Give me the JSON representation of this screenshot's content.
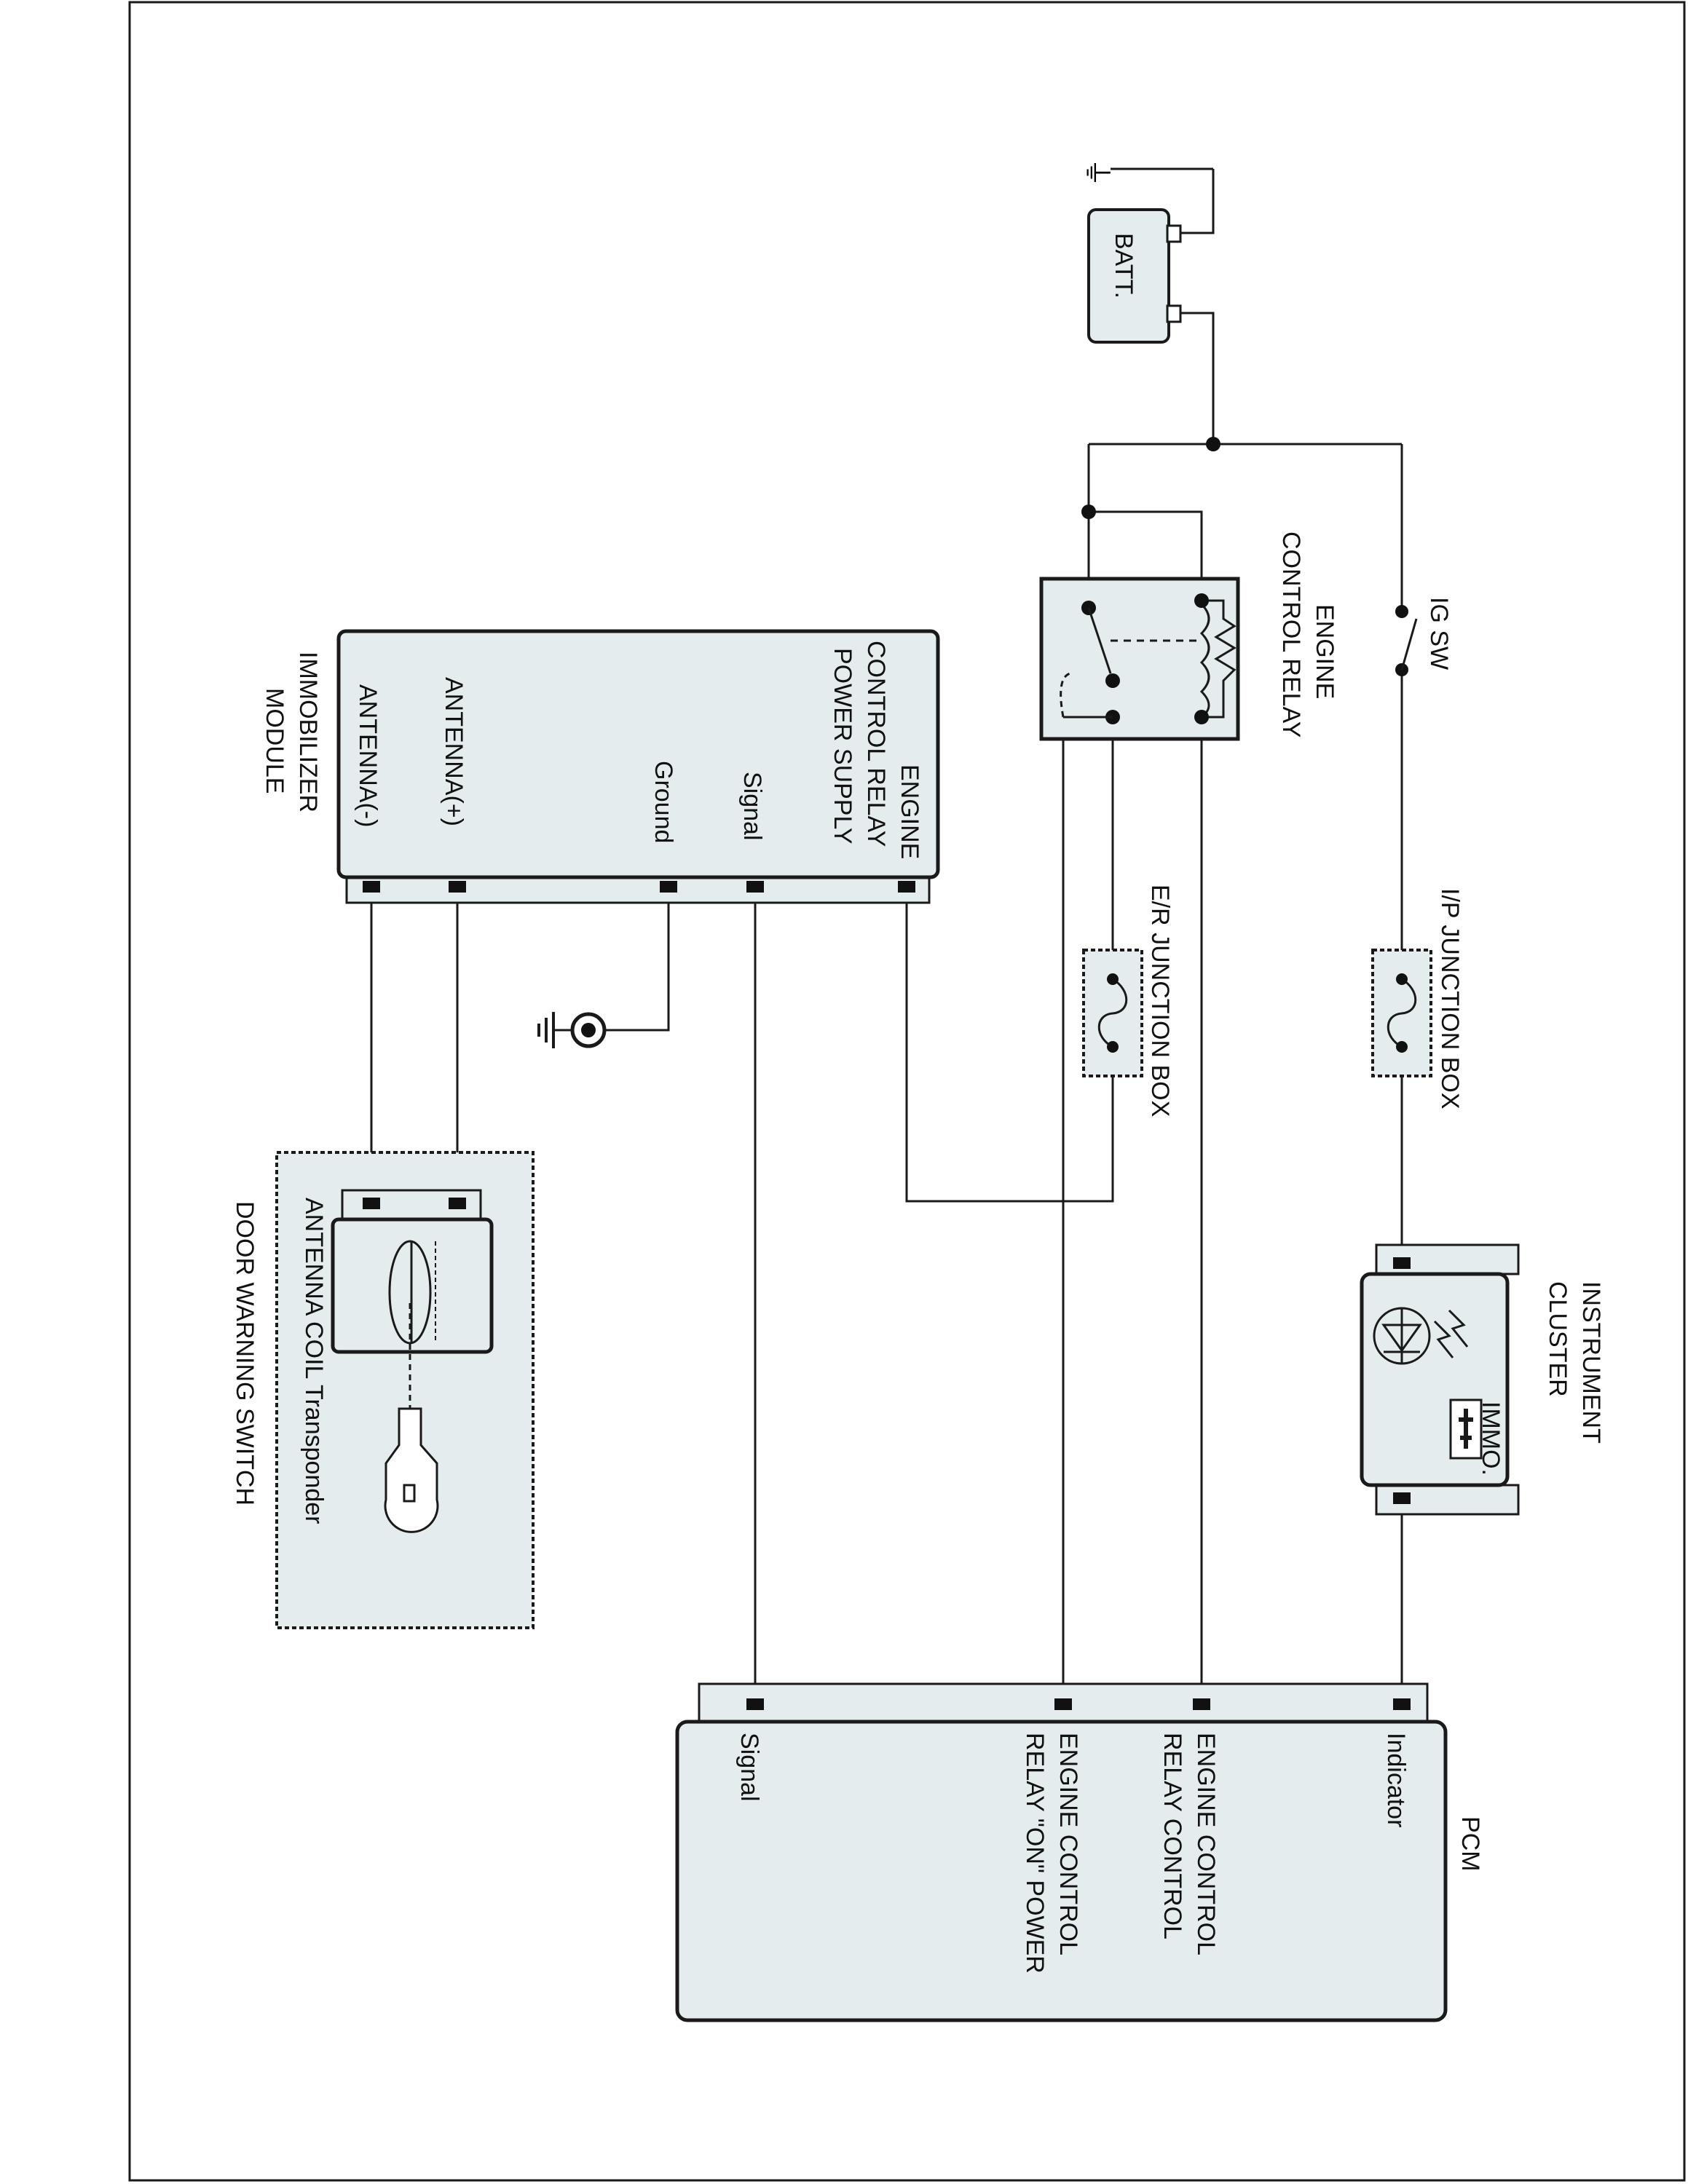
{
  "diagram": {
    "battery": {
      "label": "BATT."
    },
    "ig_switch": {
      "label": "IG SW"
    },
    "engine_control_relay": {
      "label_line1": "ENGINE",
      "label_line2": "CONTROL RELAY"
    },
    "ip_junction_box": {
      "label": "I/P JUNCTION BOX"
    },
    "er_junction_box": {
      "label": "E/R JUNCTION BOX"
    },
    "instrument_cluster": {
      "label_line1": "INSTRUMENT",
      "label_line2": "CLUSTER",
      "immo_label": "IMMO."
    },
    "immobilizer_module": {
      "label_line1": "IMMOBILIZER",
      "label_line2": "MODULE",
      "pins": {
        "power_line1": "ENGINE",
        "power_line2": "CONTROL RELAY",
        "power_line3": "POWER SUPPLY",
        "signal": "Signal",
        "ground": "Ground",
        "antenna_pos": "ANTENNA(+)",
        "antenna_neg": "ANTENNA(-)"
      }
    },
    "door_warning_switch": {
      "label": "DOOR WARNING SWITCH",
      "antenna_label": "ANTENNA COIL Transponder"
    },
    "pcm": {
      "label": "PCM",
      "pins": {
        "indicator": "Indicator",
        "relay_control_line1": "ENGINE CONTROL",
        "relay_control_line2": "RELAY CONTROL",
        "relay_on_line1": "ENGINE CONTROL",
        "relay_on_line2": "RELAY \"ON\" POWER",
        "signal": "Signal"
      }
    }
  }
}
